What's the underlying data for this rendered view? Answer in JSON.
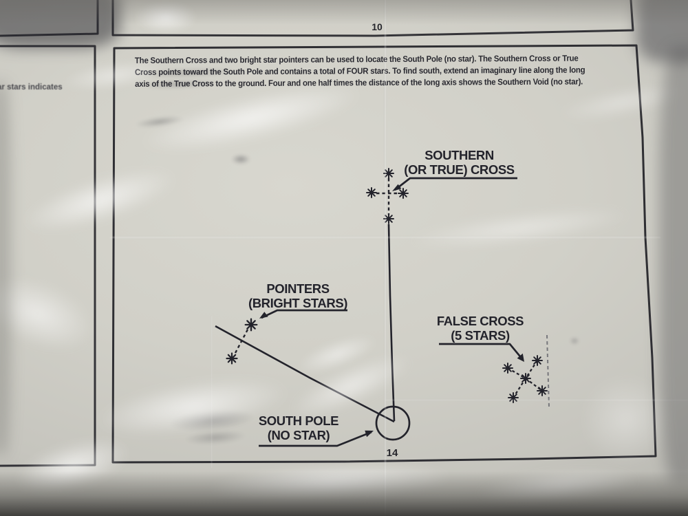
{
  "colors": {
    "ink": "#23232b",
    "paper": "#d1d0c8"
  },
  "ticks": {
    "top": "10",
    "bottom": "14"
  },
  "left_panel": {
    "partial_text": "ar stars indicates"
  },
  "paragraph": {
    "line1": "The Southern Cross and two bright star pointers can be used to locate the South Pole (no star). The Southern Cross or True",
    "line2": "Cross points toward the South Pole and contains a total of FOUR stars. To find south, extend an imaginary line along the long",
    "line3": "axis of the True Cross to the ground. Four and one half times the distance of the long axis shows the Southern Void (no star)."
  },
  "labels": {
    "southern_cross": {
      "line1": "SOUTHERN",
      "line2": "(OR TRUE) CROSS"
    },
    "pointers": {
      "line1": "POINTERS",
      "line2": "(BRIGHT STARS)"
    },
    "false_cross": {
      "line1": "FALSE CROSS",
      "line2": "(5 STARS)"
    },
    "south_pole": {
      "line1": "SOUTH POLE",
      "line2": "(NO STAR)"
    }
  },
  "diagram": {
    "southern_cross_star_count": "4",
    "pointer_star_count": "2",
    "false_cross_star_count": "5",
    "south_pole_marker": "empty circle (no star)"
  }
}
